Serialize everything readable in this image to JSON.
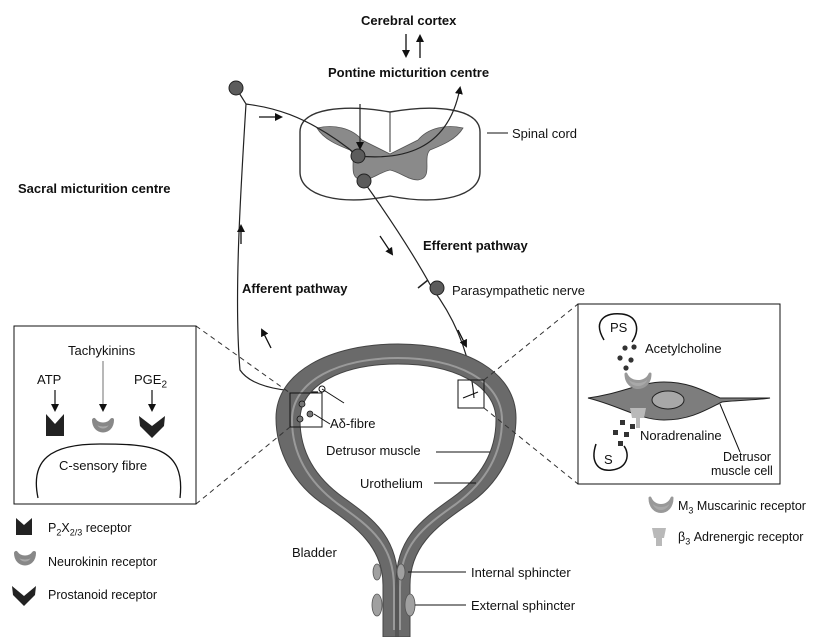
{
  "labels": {
    "cortex": "Cerebral cortex",
    "pontine": "Pontine micturition centre",
    "spinal_cord": "Spinal cord",
    "sacral": "Sacral micturition centre",
    "efferent": "Efferent pathway",
    "afferent": "Afferent pathway",
    "parasympathetic": "Parasympathetic nerve",
    "adelta": "Aδ-fibre",
    "detrusor_muscle": "Detrusor muscle",
    "urothelium": "Urothelium",
    "bladder": "Bladder",
    "internal_sphincter": "Internal sphincter",
    "external_sphincter": "External sphincter"
  },
  "left_inset": {
    "tachykinins": "Tachykinins",
    "atp": "ATP",
    "pge_base": "PGE",
    "pge_sub": "2",
    "c_fibre": "C-sensory fibre"
  },
  "left_legend": {
    "p2x_p": "P",
    "p2x_2": "2",
    "p2x_x": "X",
    "p2x_23": "2/3",
    "p2x_tail": " receptor",
    "neurokinin": "Neurokinin receptor",
    "prostanoid": "Prostanoid receptor"
  },
  "right_inset": {
    "ps": "PS",
    "acetylcholine": "Acetylcholine",
    "noradrenaline": "Noradrenaline",
    "s": "S",
    "detrusor_cell_1": "Detrusor",
    "detrusor_cell_2": "muscle cell"
  },
  "right_legend": {
    "m3_m": "M",
    "m3_sub": "3",
    "m3_tail": " Muscarinic receptor",
    "b3_b": "β",
    "b3_sub": "3",
    "b3_tail": " Adrenergic receptor"
  },
  "colors": {
    "bladder_wall": "#6a6a6a",
    "urothelium": "#8c8c8c",
    "grey_matter": "#8a8a8a",
    "neuron": "#5c5c5c",
    "receptor_dark": "#222222",
    "receptor_light": "#a9a9a9"
  }
}
